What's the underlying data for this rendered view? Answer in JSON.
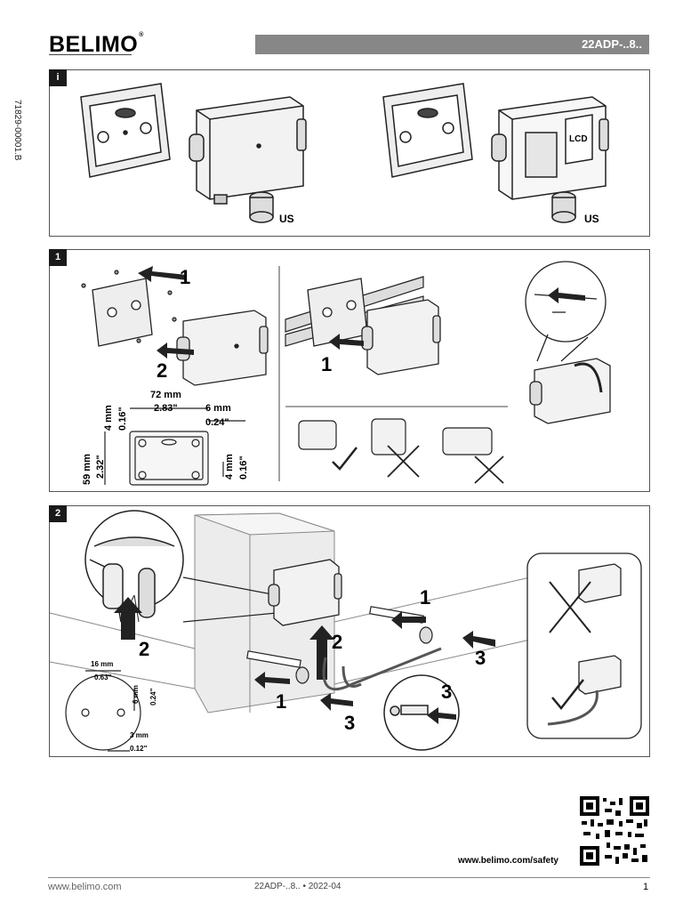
{
  "brand": {
    "name": "BELIMO",
    "reg": "®"
  },
  "header": {
    "title": "22ADP-..8.."
  },
  "doc_code": "71829-00001.B",
  "panels": {
    "i": {
      "badge": "i",
      "us1": "US",
      "us2": "US",
      "lcd": "LCD"
    },
    "one": {
      "badge": "1",
      "steps": [
        "1",
        "2",
        "1"
      ],
      "dims": {
        "w_mm": "72 mm",
        "w_in": "2.83\"",
        "h_mm": "59 mm",
        "h_in": "2.32\"",
        "t_mm": "4 mm",
        "t_in": "0.16\"",
        "r_mm": "6 mm",
        "r_in": "0.24\"",
        "b_mm": "4 mm",
        "b_in": "0.16\""
      }
    },
    "two": {
      "badge": "2",
      "steps": [
        "2",
        "1",
        "2",
        "3",
        "1",
        "3",
        "3"
      ],
      "dims": {
        "a_mm": "16 mm",
        "a_in": "0.63\"",
        "b_mm": "6 mm",
        "b_in": "0.24\"",
        "c_mm": "3 mm",
        "c_in": "0.12\""
      }
    }
  },
  "footer": {
    "safety_url": "www.belimo.com/safety",
    "url": "www.belimo.com",
    "mid": "22ADP-..8.. • 2022-04",
    "page": "1"
  }
}
